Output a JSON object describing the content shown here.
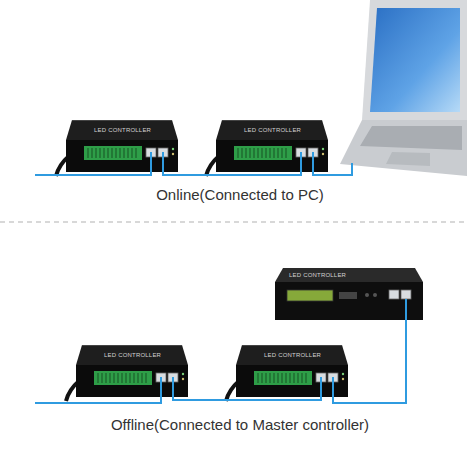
{
  "diagram": {
    "nodes": [
      {
        "text": [
          "LED CONTROLLER"
        ]
      },
      {
        "text": [
          "LED CONTROLLER"
        ]
      },
      {
        "text": [
          "LED CONTROLLER"
        ]
      },
      {
        "text": [
          "LED CONTROLLER"
        ]
      },
      {
        "text": [
          "LED CONTROLLER"
        ]
      }
    ],
    "edges": [
      {
        "from": 0,
        "to": 1,
        "arrow": "none"
      },
      {
        "from": 2,
        "to": 4,
        "arrow": "none"
      },
      {
        "from": 3,
        "to": 4,
        "arrow": "none"
      }
    ],
    "labels": [
      "Online(Connected to PC)",
      "Offline(Connected to Master controller)"
    ]
  }
}
